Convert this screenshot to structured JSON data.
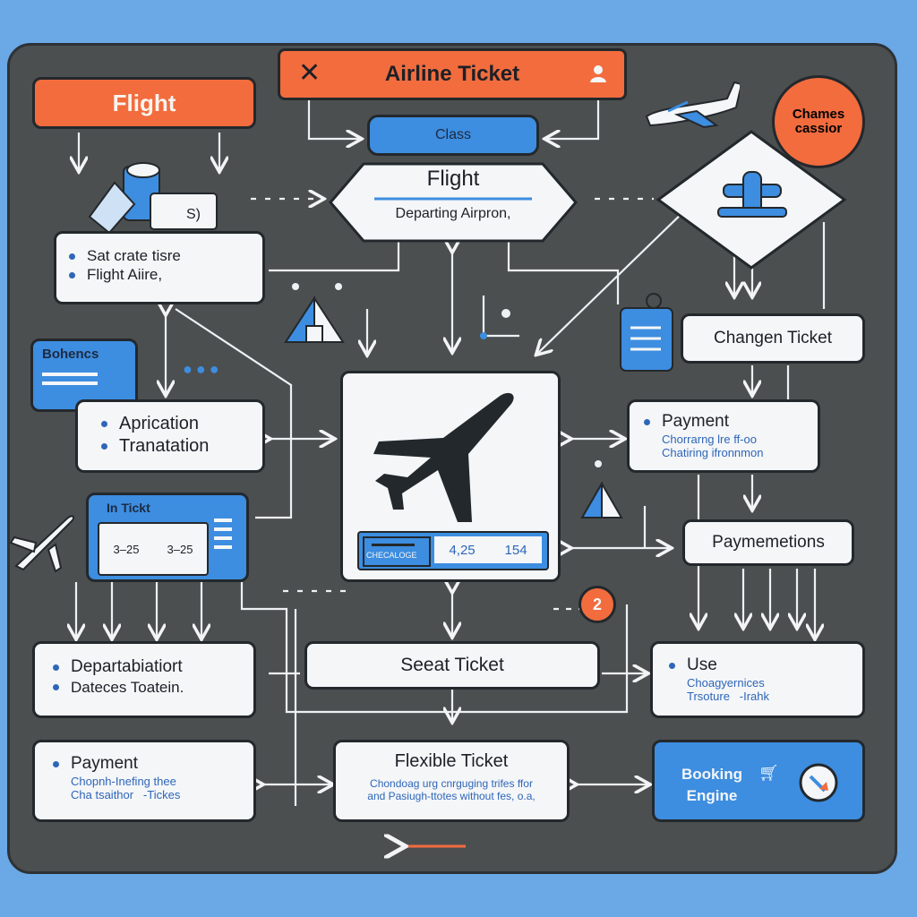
{
  "header": {
    "title": "Airline Ticket",
    "close_icon": "close-icon",
    "user_icon": "user-icon"
  },
  "badge": {
    "text": "Chames cassior"
  },
  "class_pill": {
    "label": "Class"
  },
  "flight_hex": {
    "title": "Flight",
    "subtitle": "Departing Airpron,"
  },
  "flight_tab": {
    "label": "Flight"
  },
  "info_card": {
    "items": [
      "Sat crate tisre",
      "Flight Aiire,"
    ]
  },
  "behenes_tag": {
    "label": "Bohencs"
  },
  "application_card": {
    "items": [
      "Aprication",
      "Tranatation"
    ]
  },
  "in_ticket": {
    "label": "In Tickt",
    "dates": [
      "3–25",
      "3–25"
    ]
  },
  "central_card": {
    "icon": "airplane-icon",
    "strip_label": "CHECALOGE",
    "strip_values": [
      "4,25",
      "154"
    ]
  },
  "changen_ticket": {
    "label": "Changen Ticket"
  },
  "payment_right": {
    "title": "Payment",
    "lines": [
      "Chorrarng lre ff-oo",
      "Chatiring ifronnmon"
    ]
  },
  "paymemetions": {
    "label": "Paymemetions"
  },
  "number_badge": {
    "value": "2"
  },
  "departabiatiort": {
    "items": [
      "Departabiatiort",
      "Dateces Toatein."
    ]
  },
  "seat_ticket": {
    "label": "Seeat Ticket"
  },
  "use_card": {
    "title": "Use",
    "lines": [
      "Choagyernices",
      "Trsoture   -Irahk"
    ]
  },
  "payment_left": {
    "title": "Payment",
    "lines": [
      "Chopnh-Inefing thee",
      "Cha tsaithor   -Tickes"
    ]
  },
  "flexible_ticket": {
    "title": "Flexible Ticket",
    "lines": [
      "Chondoag urg cnrguging trifes ffor",
      "and Pasiugh-ttotes without fes, o.a,"
    ]
  },
  "booking_engine": {
    "lines": [
      "Booking",
      "Engine"
    ],
    "icons": [
      "cart-icon",
      "dial-icon"
    ]
  },
  "colors": {
    "orange": "#f26c3e",
    "blue": "#3d8de0",
    "board": "#4c4f50",
    "sky": "#6aa8e6"
  }
}
